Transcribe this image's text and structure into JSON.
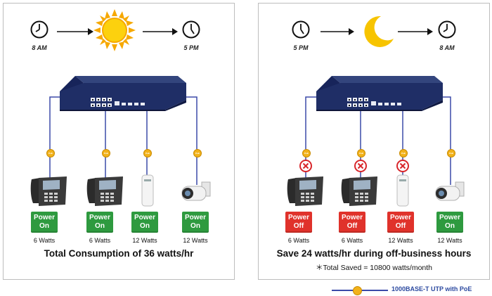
{
  "left": {
    "times": [
      "8 AM",
      "5 PM"
    ],
    "center_icon": "sun-icon",
    "devices": [
      {
        "type": "ip-phone-icon",
        "status": [
          "Power",
          "On"
        ],
        "state": "on",
        "watts": "6 Watts"
      },
      {
        "type": "ip-phone-icon",
        "status": [
          "Power",
          "On"
        ],
        "state": "on",
        "watts": "6 Watts"
      },
      {
        "type": "access-point-icon",
        "status": [
          "Power",
          "On"
        ],
        "state": "on",
        "watts": "12 Watts"
      },
      {
        "type": "ip-camera-icon",
        "status": [
          "Power",
          "On"
        ],
        "state": "on",
        "watts": "12 Watts"
      }
    ],
    "headline": "Total Consumption of 36 watts/hr"
  },
  "right": {
    "times": [
      "5 PM",
      "8 AM"
    ],
    "center_icon": "moon-icon",
    "devices": [
      {
        "type": "ip-phone-icon",
        "status": [
          "Power",
          "Off"
        ],
        "state": "off",
        "watts": "6 Watts"
      },
      {
        "type": "ip-phone-icon",
        "status": [
          "Power",
          "Off"
        ],
        "state": "off",
        "watts": "6 Watts"
      },
      {
        "type": "access-point-icon",
        "status": [
          "Power",
          "Off"
        ],
        "state": "off",
        "watts": "12 Watts"
      },
      {
        "type": "ip-camera-icon",
        "status": [
          "Power",
          "On"
        ],
        "state": "on",
        "watts": "12 Watts"
      }
    ],
    "headline": "Save 24 watts/hr during off-business hours",
    "subline": "＊Total Saved = 10800 watts/month"
  },
  "legend": {
    "label": "1000BASE-T UTP with PoE",
    "poe_tag": "PoE"
  },
  "colors": {
    "cable": "#3b4aa8",
    "poe": "#f2b21b",
    "power_on": "#2e9a3f",
    "power_off": "#e0322b",
    "switch": "#1f2e66"
  }
}
